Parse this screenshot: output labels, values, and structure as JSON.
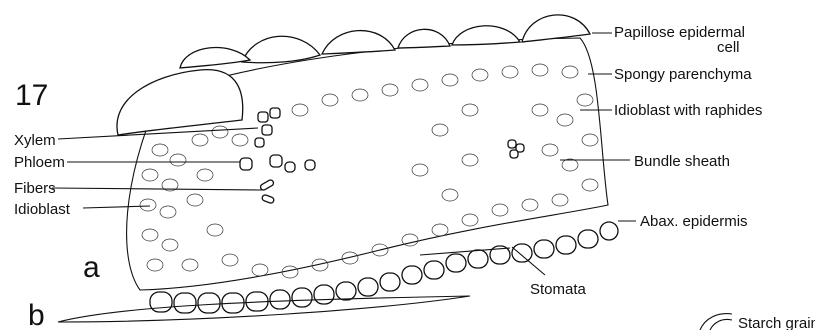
{
  "figure": {
    "number": "17",
    "panel_a": "a",
    "panel_b": "b",
    "labels": {
      "papillose_line1": "Papillose epidermal",
      "papillose_line2": "cell",
      "spongy": "Spongy parenchyma",
      "idioblast_raphides": "Idioblast with raphides",
      "bundle_sheath": "Bundle sheath",
      "abax_epidermis": "Abax. epidermis",
      "stomata": "Stomata",
      "xylem": "Xylem",
      "phloem": "Phloem",
      "fibers": "Fibers",
      "idioblast": "Idioblast",
      "starch_grain": "Starch grain"
    }
  }
}
